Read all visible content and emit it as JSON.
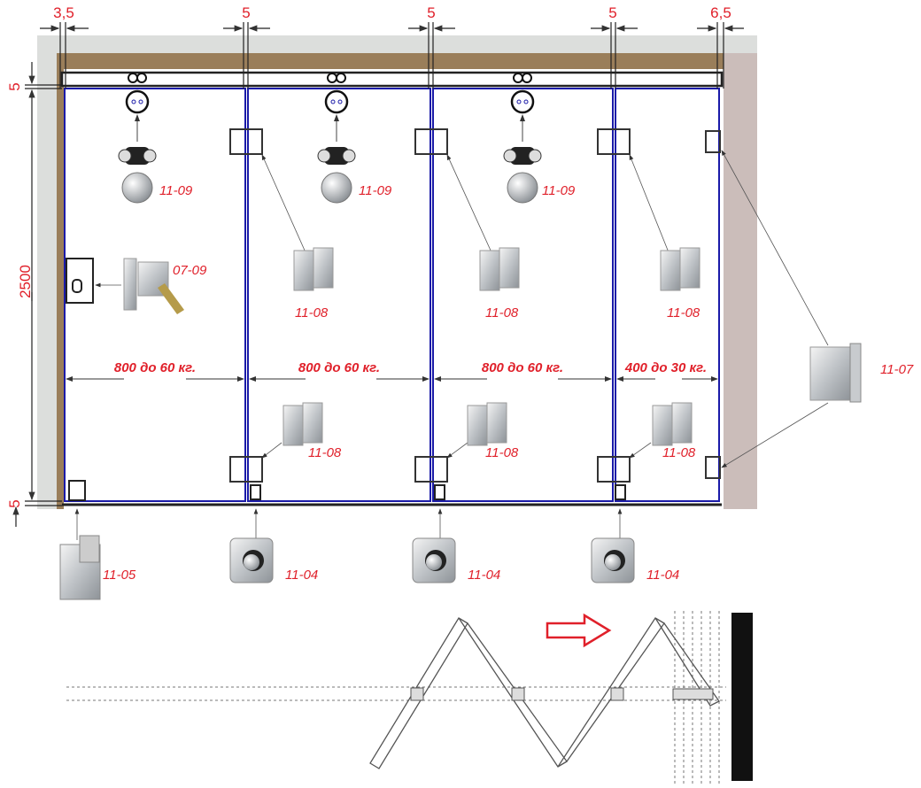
{
  "top_dimensions": [
    "3,5",
    "5",
    "5",
    "5",
    "6,5"
  ],
  "side_dimensions": {
    "top_gap": "5",
    "height": "2500",
    "bottom_gap": "5"
  },
  "panel_spans": [
    "800 до 60 кг.",
    "800 до 60 кг.",
    "800 до 60 кг.",
    "400 до 30 кг."
  ],
  "parts": {
    "roller": "11-09",
    "lock": "07-09",
    "hinge_panel": "11-08",
    "hinge_wall": "11-07",
    "floor_lock": "11-05",
    "floor_stop": "11-04"
  },
  "colors": {
    "accent": "#e0202a",
    "glass": "#1a1aa8",
    "arrow": "#e0202a"
  }
}
